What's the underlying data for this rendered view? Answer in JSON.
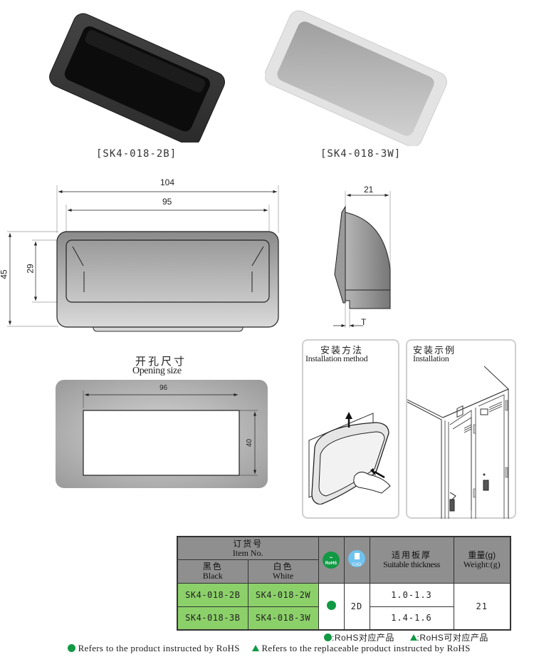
{
  "products": [
    {
      "label": "[SK4-018-2B]",
      "color": "black",
      "swatch": "#2b2b2b"
    },
    {
      "label": "[SK4-018-3W]",
      "color": "white",
      "swatch": "#dcdcdc"
    }
  ],
  "front_drawing": {
    "dims": {
      "overall_width": "104",
      "inner_width": "95",
      "overall_height": "45",
      "inner_height": "29"
    }
  },
  "side_drawing": {
    "dims": {
      "depth": "21",
      "thickness": "T"
    }
  },
  "opening": {
    "title_cn": "开孔尺寸",
    "title_en": "Opening size",
    "dims": {
      "width": "96",
      "height": "40"
    }
  },
  "installation_method": {
    "title_cn": "安装方法",
    "title_en": "Installation method"
  },
  "installation_example": {
    "title_cn": "安装示例",
    "title_en": "Installation"
  },
  "table": {
    "header": {
      "item_no_cn": "订货号",
      "item_no_en": "Item No.",
      "black_cn": "黑色",
      "black_en": "Black",
      "white_cn": "白色",
      "white_en": "White",
      "rohs_icon_label": "RoHS",
      "cad_icon_label": "CAD",
      "thickness_cn": "适用板厚",
      "thickness_en": "Suitable thickness",
      "weight_cn": "重量(g)",
      "weight_en": "Weight:(g)"
    },
    "rows": [
      {
        "black": "SK4-018-2B",
        "white": "SK4-018-2W",
        "thickness": "1.0-1.3"
      },
      {
        "black": "SK4-018-3B",
        "white": "SK4-018-3W",
        "thickness": "1.4-1.6"
      }
    ],
    "cad": "2D",
    "weight": "21",
    "colors": {
      "header": "#8f8f8f",
      "item": "#8cd06a",
      "rohs": "#119944",
      "cad": "#6fc3ef"
    }
  },
  "legend": {
    "cn_dot": ":RoHS对应产品",
    "cn_tri": ":RoHS可对应产品",
    "en_dot": "Refers to the product instructed by RoHS",
    "en_tri": "Refers to the replaceable product instructed by RoHS"
  }
}
